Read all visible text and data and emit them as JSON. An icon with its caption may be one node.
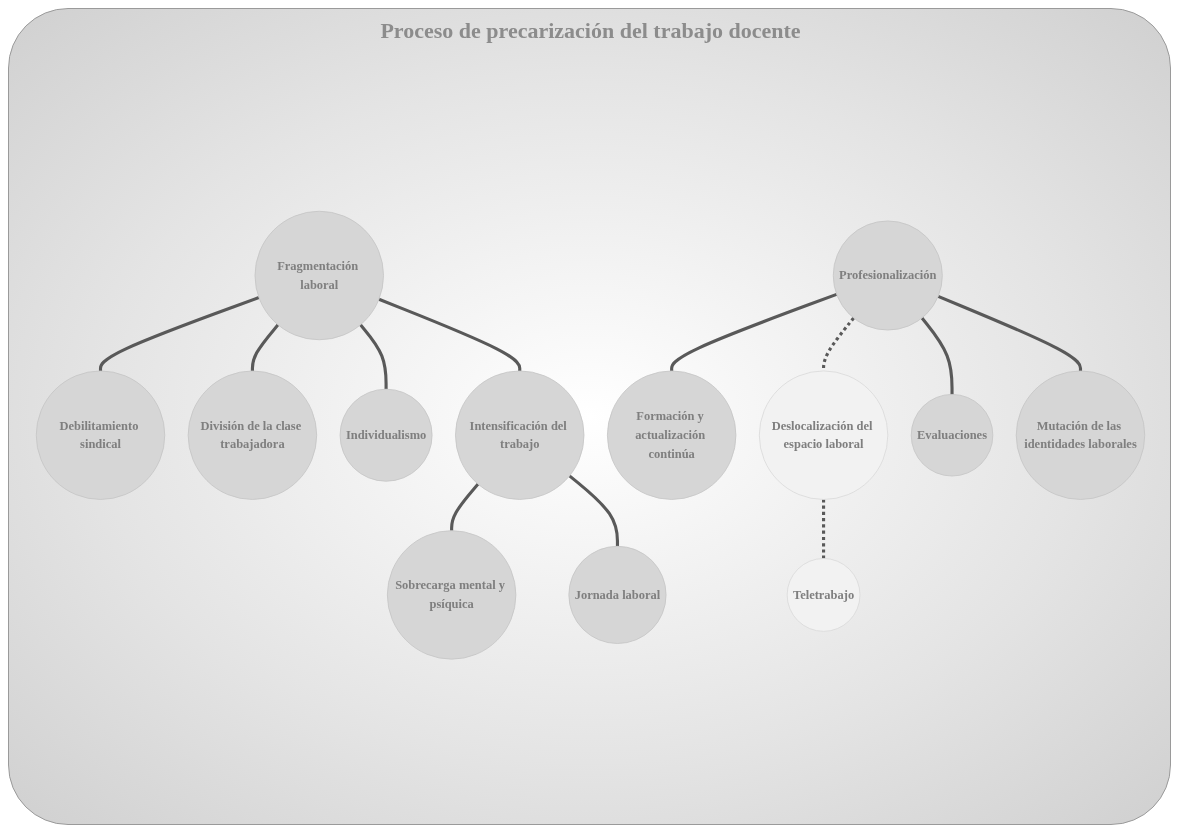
{
  "diagram": {
    "title": "Proceso de precarización del trabajo docente",
    "nodes": [
      {
        "text": [
          "Debilitamiento sindical"
        ]
      },
      {
        "text": [
          "División de la clase trabajadora"
        ]
      },
      {
        "text": [
          "Teletrabajo"
        ]
      },
      {
        "text": [
          "Individualismo"
        ]
      },
      {
        "text": [
          "Fragmentación laboral"
        ]
      },
      {
        "text": [
          "Deslocalización del espacio laboral"
        ]
      },
      {
        "text": [
          "Formación y actualización continúa"
        ]
      },
      {
        "text": [
          "Profesionalización"
        ]
      },
      {
        "text": [
          "Intensificación del trabajo"
        ]
      },
      {
        "text": [
          "Sobrecarga mental y psíquica"
        ]
      },
      {
        "text": [
          "Evaluaciones"
        ]
      },
      {
        "text": [
          "Mutación de las identidades laborales"
        ]
      },
      {
        "text": [
          "Jornada laboral"
        ]
      }
    ],
    "edges": [
      {
        "from": 4,
        "to": 0,
        "arrow": "none"
      },
      {
        "from": 4,
        "to": 1,
        "arrow": "none"
      },
      {
        "from": 4,
        "to": 3,
        "arrow": "none"
      },
      {
        "from": 5,
        "to": 2,
        "arrow": "none",
        "style": "dashed"
      },
      {
        "from": 4,
        "to": 8,
        "arrow": "none"
      },
      {
        "from": 7,
        "to": 5,
        "arrow": "none",
        "style": "dashed"
      },
      {
        "from": 7,
        "to": 6,
        "arrow": "none"
      },
      {
        "from": 7,
        "to": 10,
        "arrow": "none"
      },
      {
        "from": 7,
        "to": 11,
        "arrow": "none"
      },
      {
        "from": 8,
        "to": 9,
        "arrow": "none"
      },
      {
        "from": 8,
        "to": 12,
        "arrow": "none"
      }
    ]
  }
}
